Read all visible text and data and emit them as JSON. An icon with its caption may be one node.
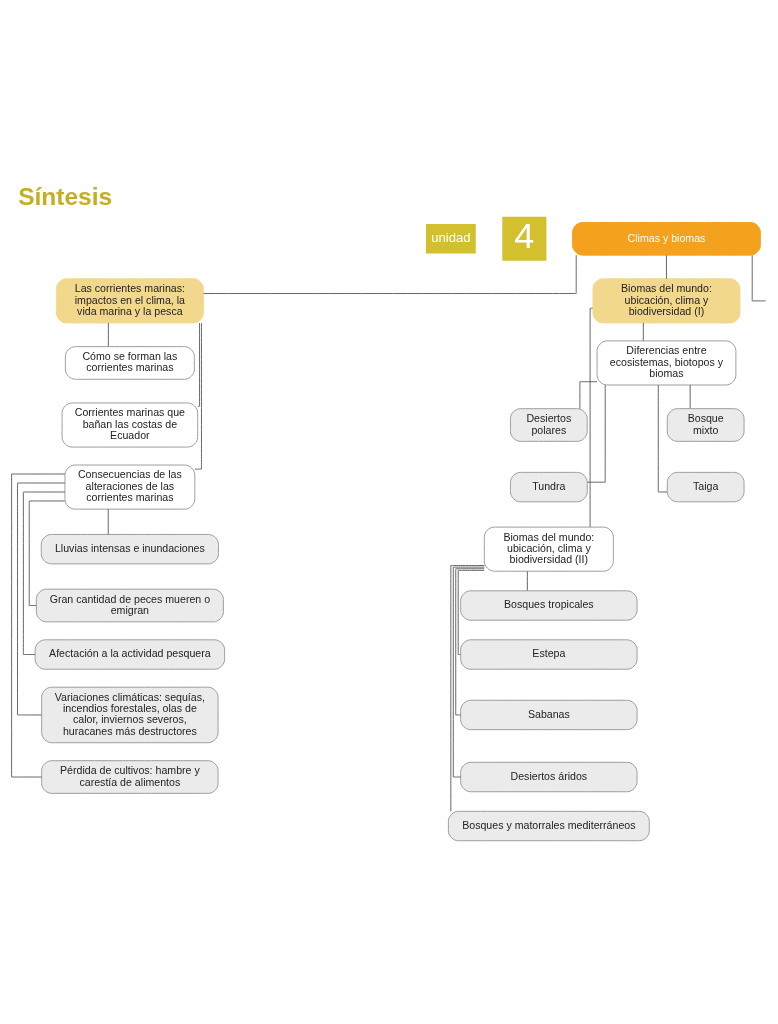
{
  "diagram": {
    "title": "Síntesis",
    "nodes": [
      {
        "text": [
          "Climas y biomas"
        ]
      },
      {
        "text": [
          "Las corrientes marinas: impactos en el clima, la vida marina y la pesca"
        ]
      },
      {
        "text": [
          "Cómo se forman las corrientes marinas"
        ]
      },
      {
        "text": [
          "Corrientes marinas que bañan las costas de Ecuador"
        ]
      },
      {
        "text": [
          "Consecuencias de las alteraciones de las corrientes marinas"
        ]
      },
      {
        "text": [
          "Lluvias intensas e inundaciones"
        ]
      },
      {
        "text": [
          "Gran cantidad de peces mueren o emigran"
        ]
      },
      {
        "text": [
          "Afectación a la actividad pesquera"
        ]
      },
      {
        "text": [
          "Variaciones climáticas: sequías, incendios forestales, olas de calor, inviernos severos, huracanes más destructores"
        ]
      },
      {
        "text": [
          "Pérdida de cultivos: hambre y carestía de alimentos"
        ]
      },
      {
        "text": [
          "Biomas del mundo: ubicación, clima y biodiversidad (I)"
        ]
      },
      {
        "text": [
          "Diferencias entre ecosistemas, biotopos y biomas"
        ]
      },
      {
        "text": [
          "Desiertos polares"
        ]
      },
      {
        "text": [
          "Bosque mixto"
        ]
      },
      {
        "text": [
          "Tundra"
        ]
      },
      {
        "text": [
          "Taiga"
        ]
      },
      {
        "text": [
          "Biomas del mundo: ubicación, clima y biodiversidad (II)"
        ]
      },
      {
        "text": [
          "Bosques tropicales"
        ]
      },
      {
        "text": [
          "Estepa"
        ]
      },
      {
        "text": [
          "Sabanas"
        ]
      },
      {
        "text": [
          "Desiertos áridos"
        ]
      },
      {
        "text": [
          "Bosques y matorrales mediterráneos"
        ]
      }
    ],
    "edges": [
      {
        "from": 0,
        "to": 1,
        "arrow": "none"
      },
      {
        "from": 0,
        "to": 10,
        "arrow": "none"
      },
      {
        "from": 0,
        "to": null,
        "arrow": "none"
      },
      {
        "from": 1,
        "to": 2,
        "arrow": "none"
      },
      {
        "from": 1,
        "to": 3,
        "arrow": "none"
      },
      {
        "from": 1,
        "to": 4,
        "arrow": "none"
      },
      {
        "from": 4,
        "to": 5,
        "arrow": "none"
      },
      {
        "from": 4,
        "to": 6,
        "arrow": "none"
      },
      {
        "from": 4,
        "to": 7,
        "arrow": "none"
      },
      {
        "from": 4,
        "to": 8,
        "arrow": "none"
      },
      {
        "from": 4,
        "to": 9,
        "arrow": "none"
      },
      {
        "from": 10,
        "to": 11,
        "arrow": "none"
      },
      {
        "from": 10,
        "to": 16,
        "arrow": "none"
      },
      {
        "from": 11,
        "to": 12,
        "arrow": "none"
      },
      {
        "from": 11,
        "to": 13,
        "arrow": "none"
      },
      {
        "from": 11,
        "to": 14,
        "arrow": "none"
      },
      {
        "from": 11,
        "to": 15,
        "arrow": "none"
      },
      {
        "from": 16,
        "to": 17,
        "arrow": "none"
      },
      {
        "from": 16,
        "to": 18,
        "arrow": "none"
      },
      {
        "from": 16,
        "to": 19,
        "arrow": "none"
      },
      {
        "from": 16,
        "to": 20,
        "arrow": "none"
      },
      {
        "from": 16,
        "to": 21,
        "arrow": "none"
      }
    ],
    "labels": [
      "unidad",
      "4"
    ]
  }
}
